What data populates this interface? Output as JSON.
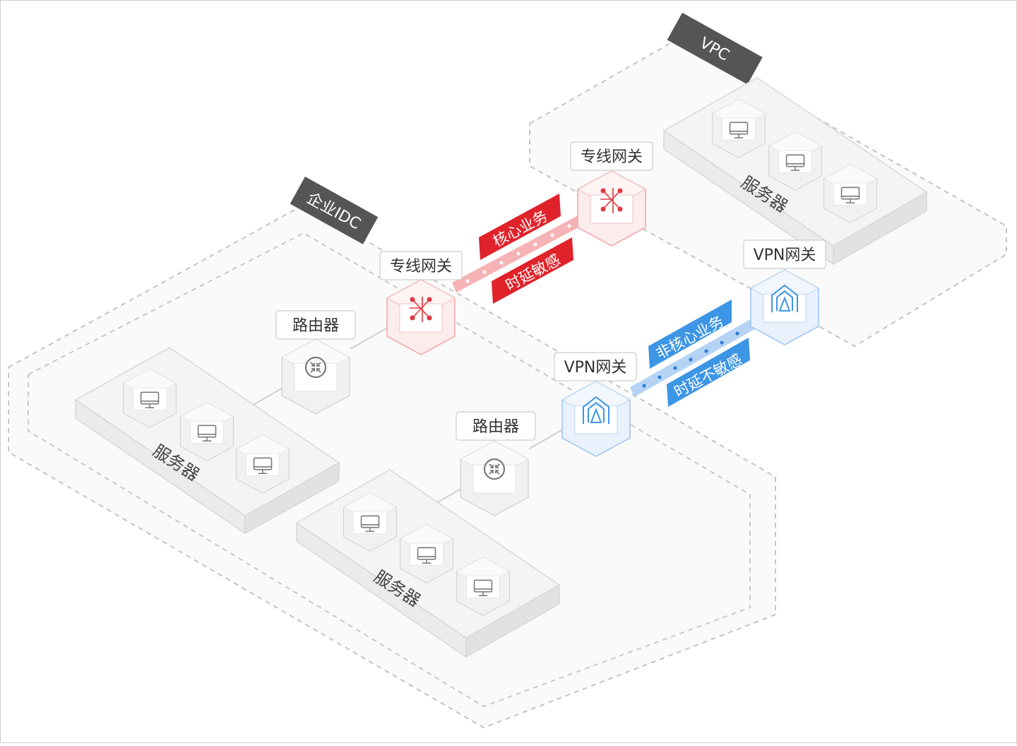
{
  "zones": {
    "idc_label": "企业IDC",
    "vpc_label": "VPC"
  },
  "nodes": {
    "idc_dedicated_gateway": "专线网关",
    "vpc_dedicated_gateway": "专线网关",
    "idc_vpn_gateway": "VPN网关",
    "vpc_vpn_gateway": "VPN网关",
    "router_1": "路由器",
    "router_2": "路由器"
  },
  "server_groups": {
    "idc_group_1": "服务器",
    "idc_group_2": "服务器",
    "vpc_group": "服务器"
  },
  "links": {
    "dedicated": {
      "line1": "核心业务",
      "line2": "时延敏感"
    },
    "vpn": {
      "line1": "非核心业务",
      "line2": "时延不敏感"
    }
  },
  "colors": {
    "dedicated": "#e0222a",
    "vpn": "#3d95e5",
    "box_stroke": "#d6d6d6",
    "zone_dash": "#c4c4c4",
    "tag_bg": "#555555"
  },
  "icons": {
    "server": "monitor-icon",
    "router": "router-icon",
    "dedicated_gateway": "dedicated-gateway-icon",
    "vpn_gateway": "vpn-gateway-icon"
  }
}
